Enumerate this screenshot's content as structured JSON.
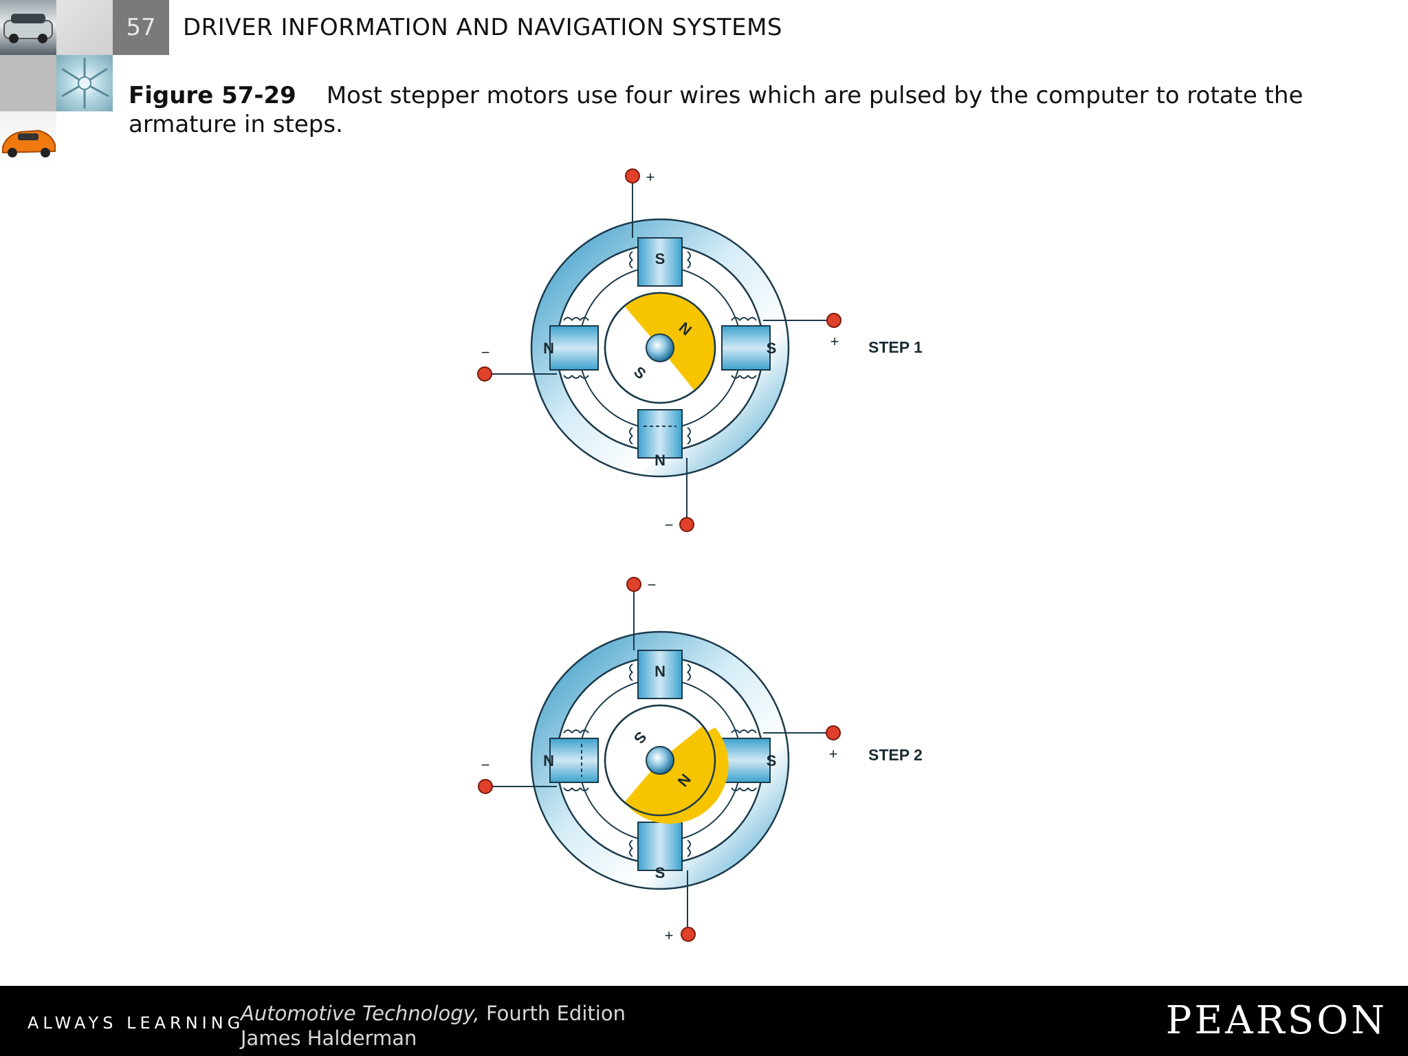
{
  "header": {
    "chapter_number": "57",
    "chapter_title": "DRIVER INFORMATION AND NAVIGATION SYSTEMS"
  },
  "caption": {
    "figure_label": "Figure 57-29",
    "text": "Most stepper motors use four wires which are pulsed by the computer to rotate the armature in steps."
  },
  "diagram": {
    "step1": {
      "label": "STEP 1",
      "poles": {
        "top": "S",
        "left": "N",
        "right": "S",
        "bottom": "N"
      },
      "rotor": {
        "north": "N",
        "south": "S"
      },
      "terminals": {
        "top": "+",
        "right": "+",
        "left": "−",
        "bottom": "−"
      }
    },
    "step2": {
      "label": "STEP 2",
      "poles": {
        "top": "N",
        "left": "N",
        "right": "S",
        "bottom": "S"
      },
      "rotor": {
        "north": "N",
        "south": "S"
      },
      "terminals": {
        "top": "−",
        "right": "+",
        "left": "−",
        "bottom": "+"
      }
    },
    "colors": {
      "stator": "#2f9ac8",
      "stator_light": "#cfe9f5",
      "rotor_magnet": "#f6c500",
      "terminal": "#e0412a"
    }
  },
  "footer": {
    "brand_tagline": "ALWAYS LEARNING",
    "book_title": "Automotive Technology,",
    "book_edition": " Fourth Edition",
    "author": "James Halderman",
    "publisher": "PEARSON"
  }
}
